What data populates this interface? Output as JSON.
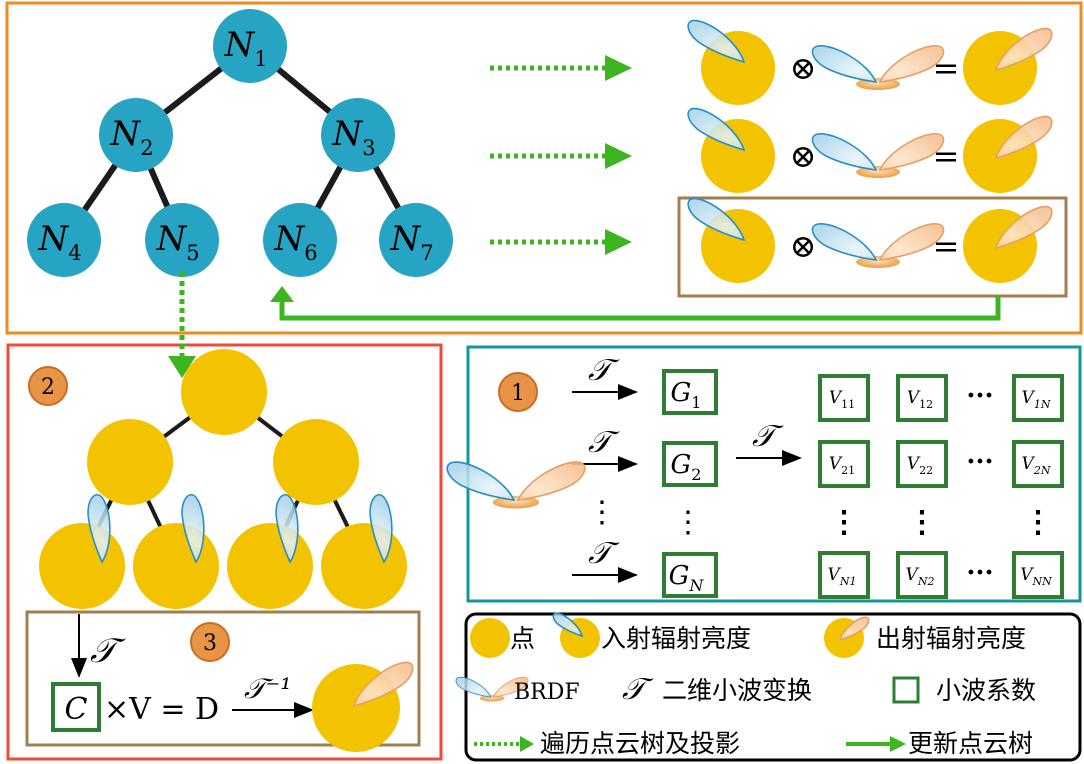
{
  "tree_nodes": [
    "N1",
    "N2",
    "N3",
    "N4",
    "N5",
    "N6",
    "N7"
  ],
  "wavelet_map": {
    "T": "𝒯",
    "T_inv": "𝒯⁻¹",
    "otimes": "⊗",
    "equals": "=",
    "dots": "···",
    "vdots": "⋮"
  },
  "badges": [
    "1",
    "2",
    "3"
  ],
  "panel1": {
    "G": [
      "G1",
      "G2",
      "GN"
    ],
    "V": [
      [
        "V11",
        "V12",
        "V1N"
      ],
      [
        "V21",
        "V22",
        "V2N"
      ],
      [
        "VN1",
        "VN2",
        "VNN"
      ]
    ]
  },
  "panel3": {
    "C": "C",
    "times_V": "×V = D"
  },
  "legend": {
    "point": "点",
    "incident": "入射辐射亮度",
    "outgoing": "出射辐射亮度",
    "brdf": "BRDF",
    "wavelet_transform": "二维小波变换",
    "coeff": "小波系数",
    "traverse": "遍历点云树及投影",
    "update": "更新点云树"
  },
  "colors": {
    "tree_node": "#27a3c4",
    "point": "#f3c300",
    "orange_frame": "#ef8a1c",
    "red_frame": "#ee4b3a",
    "teal_frame": "#15969b",
    "brown_frame": "#a27d4f",
    "green_box": "#2e7d32",
    "green_arrow": "#3cb521",
    "badge": "#e89447"
  }
}
